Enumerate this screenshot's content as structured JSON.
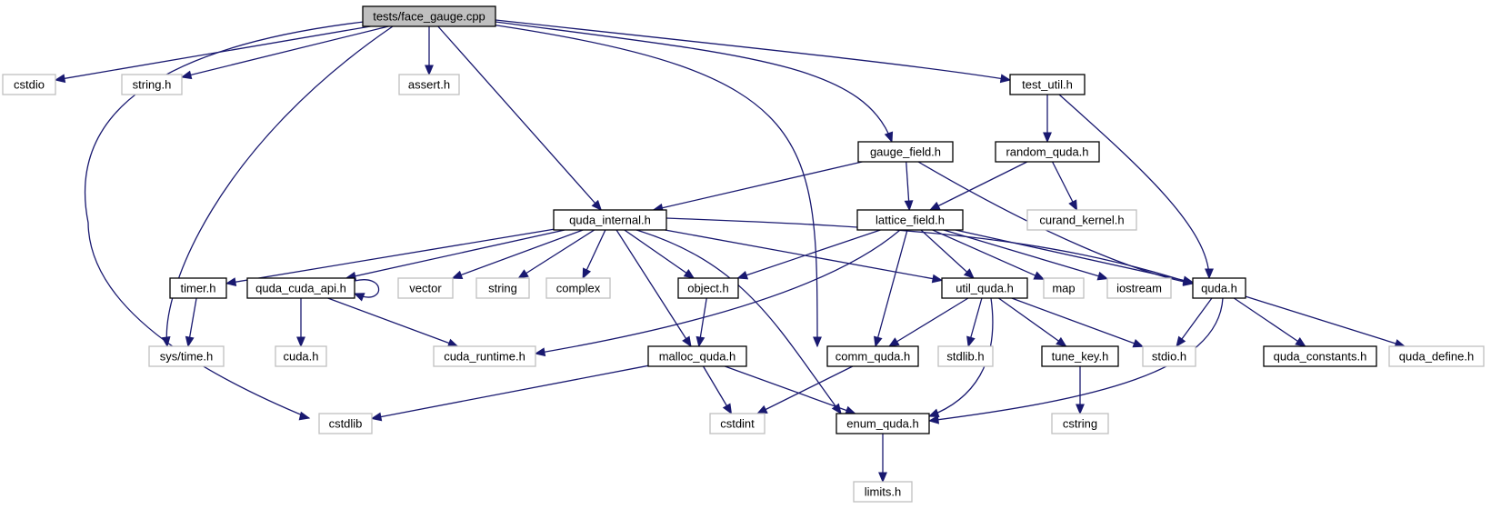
{
  "colors": {
    "edge": "#191970",
    "main_fill": "#bfbfbf",
    "local_border": "#000000",
    "system_border": "#bfbfbf",
    "background": "#ffffff"
  },
  "nodes": [
    {
      "id": "face_gauge",
      "label": "tests/face_gauge.cpp",
      "kind": "main"
    },
    {
      "id": "cstdio",
      "label": "cstdio",
      "kind": "system"
    },
    {
      "id": "string_h",
      "label": "string.h",
      "kind": "system"
    },
    {
      "id": "assert_h",
      "label": "assert.h",
      "kind": "system"
    },
    {
      "id": "test_util",
      "label": "test_util.h",
      "kind": "local"
    },
    {
      "id": "gauge_field",
      "label": "gauge_field.h",
      "kind": "local"
    },
    {
      "id": "random_quda",
      "label": "random_quda.h",
      "kind": "local"
    },
    {
      "id": "quda_internal",
      "label": "quda_internal.h",
      "kind": "local"
    },
    {
      "id": "lattice_field",
      "label": "lattice_field.h",
      "kind": "local"
    },
    {
      "id": "curand_kernel",
      "label": "curand_kernel.h",
      "kind": "system"
    },
    {
      "id": "timer",
      "label": "timer.h",
      "kind": "local"
    },
    {
      "id": "quda_cuda_api",
      "label": "quda_cuda_api.h",
      "kind": "local"
    },
    {
      "id": "vector",
      "label": "vector",
      "kind": "system"
    },
    {
      "id": "string",
      "label": "string",
      "kind": "system"
    },
    {
      "id": "complex",
      "label": "complex",
      "kind": "system"
    },
    {
      "id": "object",
      "label": "object.h",
      "kind": "local"
    },
    {
      "id": "util_quda",
      "label": "util_quda.h",
      "kind": "local"
    },
    {
      "id": "map",
      "label": "map",
      "kind": "system"
    },
    {
      "id": "iostream",
      "label": "iostream",
      "kind": "system"
    },
    {
      "id": "quda",
      "label": "quda.h",
      "kind": "local"
    },
    {
      "id": "sys_time",
      "label": "sys/time.h",
      "kind": "system"
    },
    {
      "id": "cuda_h",
      "label": "cuda.h",
      "kind": "system"
    },
    {
      "id": "cuda_runtime",
      "label": "cuda_runtime.h",
      "kind": "system"
    },
    {
      "id": "malloc_quda",
      "label": "malloc_quda.h",
      "kind": "local"
    },
    {
      "id": "comm_quda",
      "label": "comm_quda.h",
      "kind": "local"
    },
    {
      "id": "stdlib_h",
      "label": "stdlib.h",
      "kind": "system"
    },
    {
      "id": "tune_key",
      "label": "tune_key.h",
      "kind": "local"
    },
    {
      "id": "stdio_h",
      "label": "stdio.h",
      "kind": "system"
    },
    {
      "id": "quda_constants",
      "label": "quda_constants.h",
      "kind": "local"
    },
    {
      "id": "quda_define",
      "label": "quda_define.h",
      "kind": "system"
    },
    {
      "id": "cstdlib",
      "label": "cstdlib",
      "kind": "system"
    },
    {
      "id": "cstdint",
      "label": "cstdint",
      "kind": "system"
    },
    {
      "id": "enum_quda",
      "label": "enum_quda.h",
      "kind": "local"
    },
    {
      "id": "cstring",
      "label": "cstring",
      "kind": "system"
    },
    {
      "id": "limits_h",
      "label": "limits.h",
      "kind": "system"
    }
  ],
  "edges": [
    {
      "from": "face_gauge",
      "to": "cstdio"
    },
    {
      "from": "face_gauge",
      "to": "string_h"
    },
    {
      "from": "face_gauge",
      "to": "assert_h"
    },
    {
      "from": "face_gauge",
      "to": "test_util"
    },
    {
      "from": "face_gauge",
      "to": "gauge_field"
    },
    {
      "from": "face_gauge",
      "to": "quda_internal"
    },
    {
      "from": "face_gauge",
      "to": "sys_time"
    },
    {
      "from": "face_gauge",
      "to": "comm_quda"
    },
    {
      "from": "face_gauge",
      "to": "cstdlib"
    },
    {
      "from": "test_util",
      "to": "random_quda"
    },
    {
      "from": "test_util",
      "to": "quda"
    },
    {
      "from": "random_quda",
      "to": "lattice_field"
    },
    {
      "from": "random_quda",
      "to": "curand_kernel"
    },
    {
      "from": "gauge_field",
      "to": "quda_internal"
    },
    {
      "from": "gauge_field",
      "to": "lattice_field"
    },
    {
      "from": "gauge_field",
      "to": "quda"
    },
    {
      "from": "quda_internal",
      "to": "timer"
    },
    {
      "from": "quda_internal",
      "to": "quda_cuda_api"
    },
    {
      "from": "quda_internal",
      "to": "vector"
    },
    {
      "from": "quda_internal",
      "to": "string"
    },
    {
      "from": "quda_internal",
      "to": "complex"
    },
    {
      "from": "quda_internal",
      "to": "object"
    },
    {
      "from": "quda_internal",
      "to": "util_quda"
    },
    {
      "from": "quda_internal",
      "to": "quda"
    },
    {
      "from": "quda_internal",
      "to": "malloc_quda"
    },
    {
      "from": "quda_internal",
      "to": "enum_quda"
    },
    {
      "from": "lattice_field",
      "to": "object"
    },
    {
      "from": "lattice_field",
      "to": "cuda_runtime"
    },
    {
      "from": "lattice_field",
      "to": "comm_quda"
    },
    {
      "from": "lattice_field",
      "to": "util_quda"
    },
    {
      "from": "lattice_field",
      "to": "map"
    },
    {
      "from": "lattice_field",
      "to": "iostream"
    },
    {
      "from": "lattice_field",
      "to": "quda"
    },
    {
      "from": "timer",
      "to": "sys_time"
    },
    {
      "from": "quda_cuda_api",
      "to": "quda_cuda_api"
    },
    {
      "from": "quda_cuda_api",
      "to": "cuda_h"
    },
    {
      "from": "quda_cuda_api",
      "to": "cuda_runtime"
    },
    {
      "from": "object",
      "to": "malloc_quda"
    },
    {
      "from": "util_quda",
      "to": "comm_quda"
    },
    {
      "from": "util_quda",
      "to": "stdlib_h"
    },
    {
      "from": "util_quda",
      "to": "tune_key"
    },
    {
      "from": "util_quda",
      "to": "stdio_h"
    },
    {
      "from": "util_quda",
      "to": "enum_quda"
    },
    {
      "from": "quda",
      "to": "stdio_h"
    },
    {
      "from": "quda",
      "to": "quda_constants"
    },
    {
      "from": "quda",
      "to": "quda_define"
    },
    {
      "from": "quda",
      "to": "enum_quda"
    },
    {
      "from": "malloc_quda",
      "to": "cstdlib"
    },
    {
      "from": "malloc_quda",
      "to": "cstdint"
    },
    {
      "from": "malloc_quda",
      "to": "enum_quda"
    },
    {
      "from": "comm_quda",
      "to": "cstdint"
    },
    {
      "from": "tune_key",
      "to": "cstring"
    },
    {
      "from": "enum_quda",
      "to": "limits_h"
    }
  ]
}
